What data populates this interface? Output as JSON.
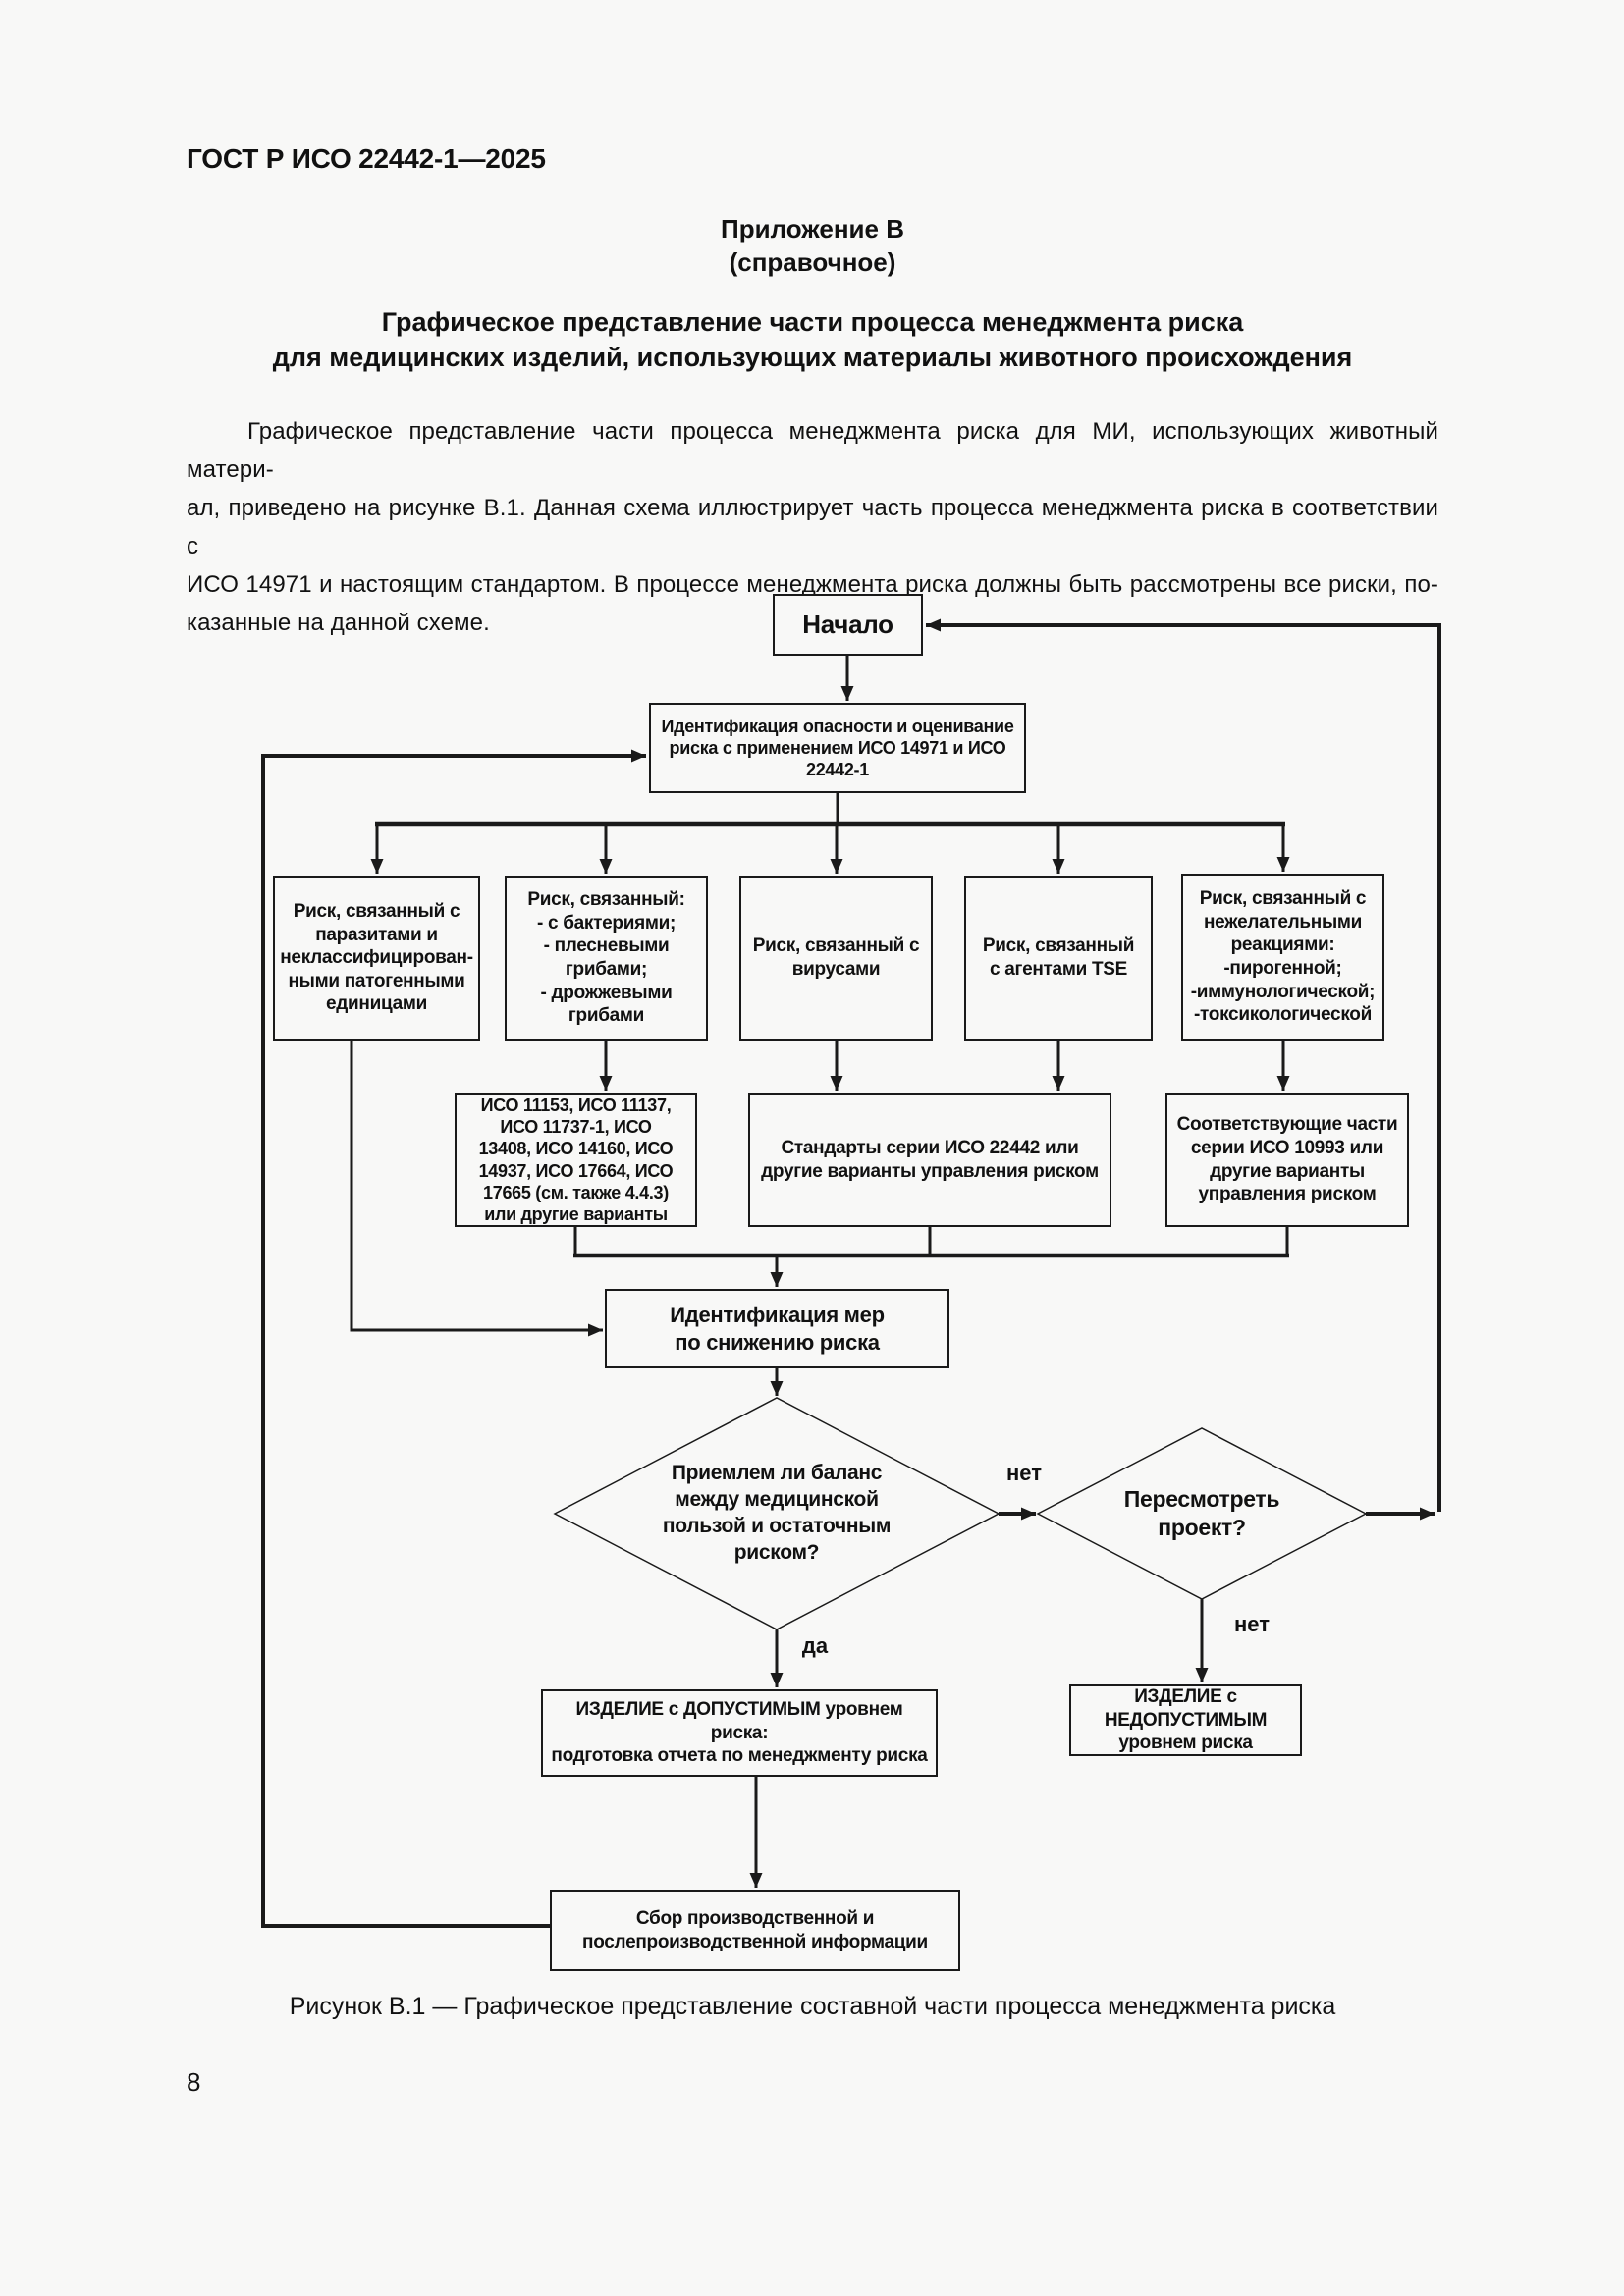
{
  "page": {
    "header": "ГОСТ Р ИСО 22442-1—2025",
    "page_number": "8"
  },
  "appendix": {
    "label": "Приложение В",
    "kind": "(справочное)",
    "title_line1": "Графическое представление части процесса менеджмента риска",
    "title_line2": "для медицинских изделий, использующих материалы животного происхождения"
  },
  "intro": {
    "line1": "Графическое представление части процесса менеджмента риска для МИ, использующих животный матери-",
    "line2": "ал, приведено на рисунке В.1. Данная схема иллюстрирует часть процесса менеджмента риска в соответствии с",
    "line3": "ИСО 14971 и настоящим стандартом. В процессе менеджмента риска должны быть рассмотрены все риски, по-",
    "line4": "казанные на данной схеме."
  },
  "flowchart": {
    "nodes": {
      "start": "Начало",
      "hazard_identification": "Идентификация опасности и оценивание\nриска с применением ИСО 14971 и ИСО\n22442-1",
      "risk_parasites": "Риск, связанный с\nпаразитами и\nнеклассифицирован-\nными патогенными\nединицами",
      "risk_bacteria_fungi": "Риск, связанный:\n- с бактериями;\n- плесневыми\nгрибами;\n- дрожжевыми\nгрибами",
      "risk_viruses": "Риск, связанный с\nвирусами",
      "risk_tse": "Риск, связанный\nс агентами TSE",
      "risk_reactions": "Риск, связанный с\nнежелательными\nреакциями:\n-пирогенной;\n-иммунологической;\n-токсикологической",
      "iso_sterilization": "ИСО 11153, ИСО 11137,\nИСО 11737-1, ИСО\n13408, ИСО 14160, ИСО\n14937, ИСО 17664, ИСО\n17665 (см. также 4.4.3)\nили другие варианты",
      "iso_22442": "Стандарты серии ИСО 22442 или\nдругие варианты управления риском",
      "iso_10993": "Соответствующие части\nсерии ИСО 10993 или\nдругие варианты\nуправления риском",
      "risk_reduction_measures": "Идентификация мер\nпо снижению риска",
      "balance_question": "Приемлем ли баланс\nмежду медицинской\nпользой и остаточным\nриском?",
      "revise_question": "Пересмотреть\nпроект?",
      "acceptable_product": "ИЗДЕЛИЕ с ДОПУСТИМЫМ уровнем риска:\nподготовка отчета по менеджменту риска",
      "unacceptable_product": "ИЗДЕЛИЕ с НЕДОПУСТИМЫМ\nуровнем риска",
      "collect_info": "Сбор производственной и\nпослепроизводственной информации"
    },
    "edge_labels": {
      "balance_no": "нет",
      "balance_yes": "да",
      "revise_no": "нет"
    },
    "colors": {
      "ink": "#1a1a1a",
      "paper": "#f8f8f7"
    }
  },
  "caption": "Рисунок В.1 — Графическое представление составной части процесса менеджмента риска"
}
